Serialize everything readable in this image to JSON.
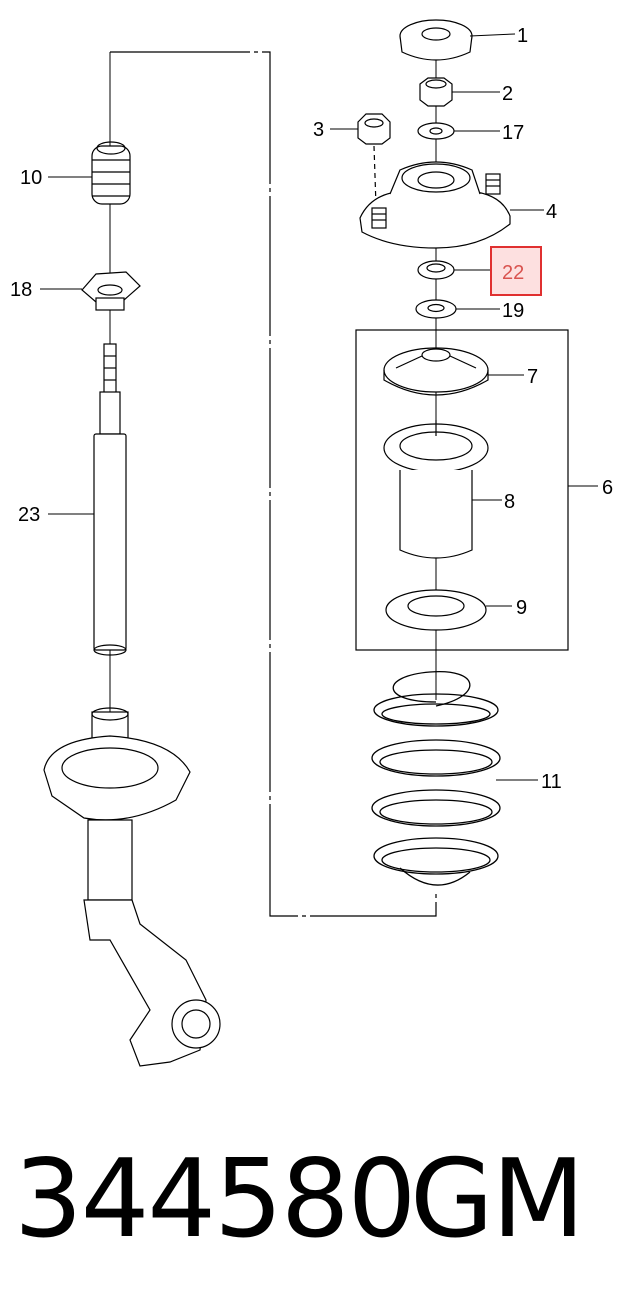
{
  "callouts": {
    "c1": "1",
    "c2": "2",
    "c3": "3",
    "c4": "4",
    "c6": "6",
    "c7": "7",
    "c8": "8",
    "c9": "9",
    "c10": "10",
    "c11": "11",
    "c17": "17",
    "c18": "18",
    "c19": "19",
    "c22": "22",
    "c23": "23"
  },
  "highlighted_callout": "22",
  "colors": {
    "highlight_border": "#e03030",
    "highlight_fill": "#fde0e0",
    "highlight_text": "#d9534f"
  },
  "footer": {
    "part_number": "344580",
    "brand": "GM"
  }
}
